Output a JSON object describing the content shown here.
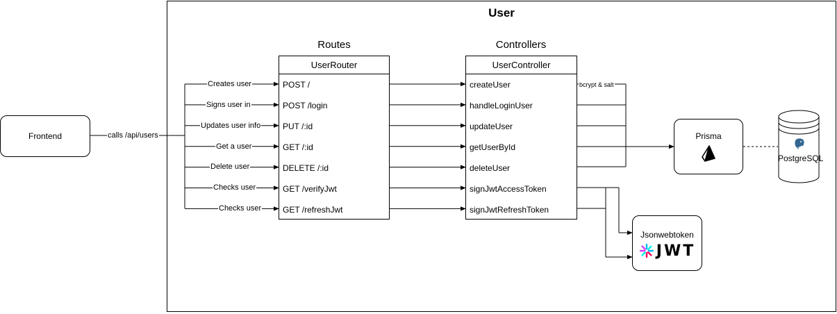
{
  "group": {
    "title": "User"
  },
  "sections": {
    "routes_title": "Routes",
    "controllers_title": "Controllers"
  },
  "frontend": {
    "label": "Frontend",
    "edge_label": "calls /api/users"
  },
  "router": {
    "title": "UserRouter",
    "rows": [
      "POST /",
      "POST /login",
      "PUT /:id",
      "GET /:id",
      "DELETE /:id",
      "GET /verifyJwt",
      "GET /refreshJwt"
    ],
    "edge_labels": [
      "Creates user",
      "Signs user in",
      "Updates user info",
      "Get a user",
      "Delete user",
      "Checks user",
      "Checks user"
    ]
  },
  "controller": {
    "title": "UserController",
    "rows": [
      "createUser",
      "handleLoginUser",
      "updateUser",
      "getUserById",
      "deleteUser",
      "signJwtAccessToken",
      "signJwtRefreshToken"
    ],
    "bcrypt_label": "bcrypt & salt"
  },
  "prisma": {
    "label": "Prisma",
    "icon": "prisma-icon"
  },
  "postgres": {
    "label": "PostgreSQL",
    "icon": "postgresql-elephant-icon"
  },
  "jwt": {
    "label": "Jsonwebtoken",
    "logo_text": "JWT",
    "icon": "jwt-logo-icon"
  }
}
